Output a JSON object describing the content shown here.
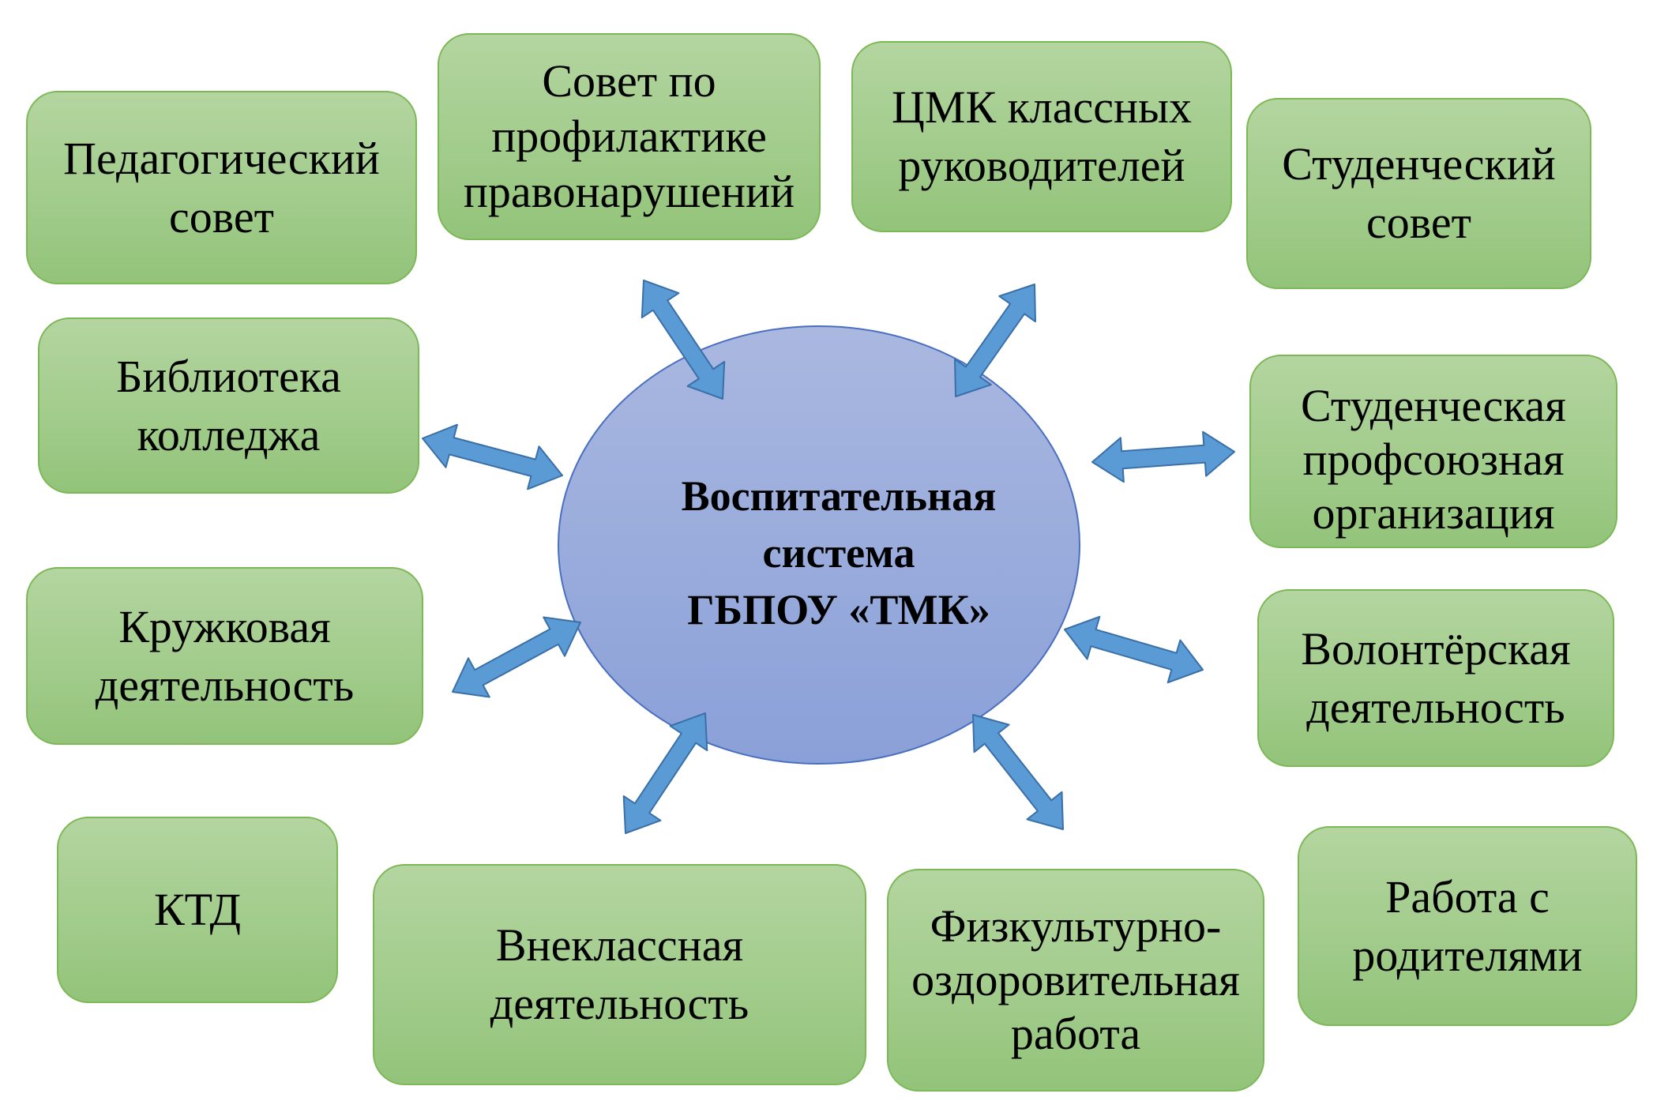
{
  "center": {
    "line1": "Воспитательная",
    "line2": "система",
    "line3": "ГБПОУ «ТМК»"
  },
  "nodes": [
    {
      "lines": [
        "Педагогический",
        "совет"
      ]
    },
    {
      "lines": [
        "Совет по",
        "профилактике",
        "правонарушений"
      ]
    },
    {
      "lines": [
        "ЦМК классных",
        "руководителей"
      ]
    },
    {
      "lines": [
        "Студенческий",
        "совет"
      ]
    },
    {
      "lines": [
        "Библиотека",
        "колледжа"
      ]
    },
    {
      "lines": [
        "Студенческая",
        "профсоюзная",
        "организация"
      ]
    },
    {
      "lines": [
        "Кружковая",
        "деятельность"
      ]
    },
    {
      "lines": [
        "Волонтёрская",
        "деятельность"
      ]
    },
    {
      "lines": [
        "КТД"
      ]
    },
    {
      "lines": [
        "Внеклассная",
        "деятельность"
      ]
    },
    {
      "lines": [
        "Физкультурно-",
        "оздоровительная",
        "работа"
      ]
    },
    {
      "lines": [
        "Работа с",
        "родителями"
      ]
    }
  ],
  "colors": {
    "node_fill": "#a2cc8c",
    "node_border": "#7cb856",
    "center_fill": "#97a9db",
    "center_border": "#4a6fc0",
    "arrow_fill": "#5b9bd5",
    "arrow_border": "#3a6fa8"
  }
}
